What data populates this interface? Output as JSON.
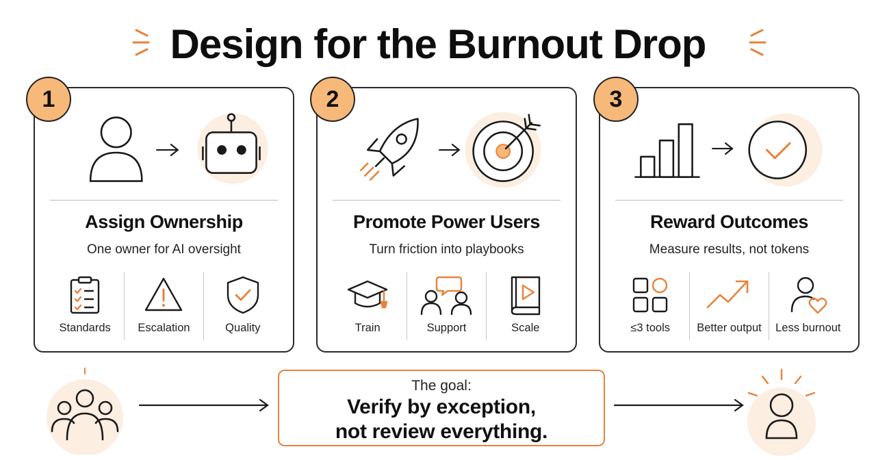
{
  "title": "Design for the Burnout Drop",
  "colors": {
    "accent": "#e8823a",
    "badge": "#f7b97a",
    "halo": "#fdeee2",
    "ink": "#1a1a1a"
  },
  "cards": [
    {
      "number": "1",
      "title": "Assign Ownership",
      "subtitle": "One owner for AI oversight",
      "hero": [
        "person-icon",
        "arrow-right-icon",
        "robot-icon"
      ],
      "items": [
        {
          "icon": "clipboard-checklist-icon",
          "label": "Standards"
        },
        {
          "icon": "warning-triangle-icon",
          "label": "Escalation"
        },
        {
          "icon": "shield-check-icon",
          "label": "Quality"
        }
      ]
    },
    {
      "number": "2",
      "title": "Promote Power Users",
      "subtitle": "Turn friction into playbooks",
      "hero": [
        "rocket-icon",
        "arrow-right-icon",
        "target-icon"
      ],
      "items": [
        {
          "icon": "graduation-cap-icon",
          "label": "Train"
        },
        {
          "icon": "people-chat-icon",
          "label": "Support"
        },
        {
          "icon": "play-book-icon",
          "label": "Scale"
        }
      ]
    },
    {
      "number": "3",
      "title": "Reward Outcomes",
      "subtitle": "Measure results, not tokens",
      "hero": [
        "bar-chart-icon",
        "arrow-right-icon",
        "check-circle-icon"
      ],
      "items": [
        {
          "icon": "app-grid-icon",
          "label": "≤3 tools"
        },
        {
          "icon": "trend-up-icon",
          "label": "Better output"
        },
        {
          "icon": "person-heart-icon",
          "label": "Less burnout"
        }
      ]
    }
  ],
  "goal": {
    "label": "The goal:",
    "line1": "Verify by exception,",
    "line2": "not review everything."
  }
}
